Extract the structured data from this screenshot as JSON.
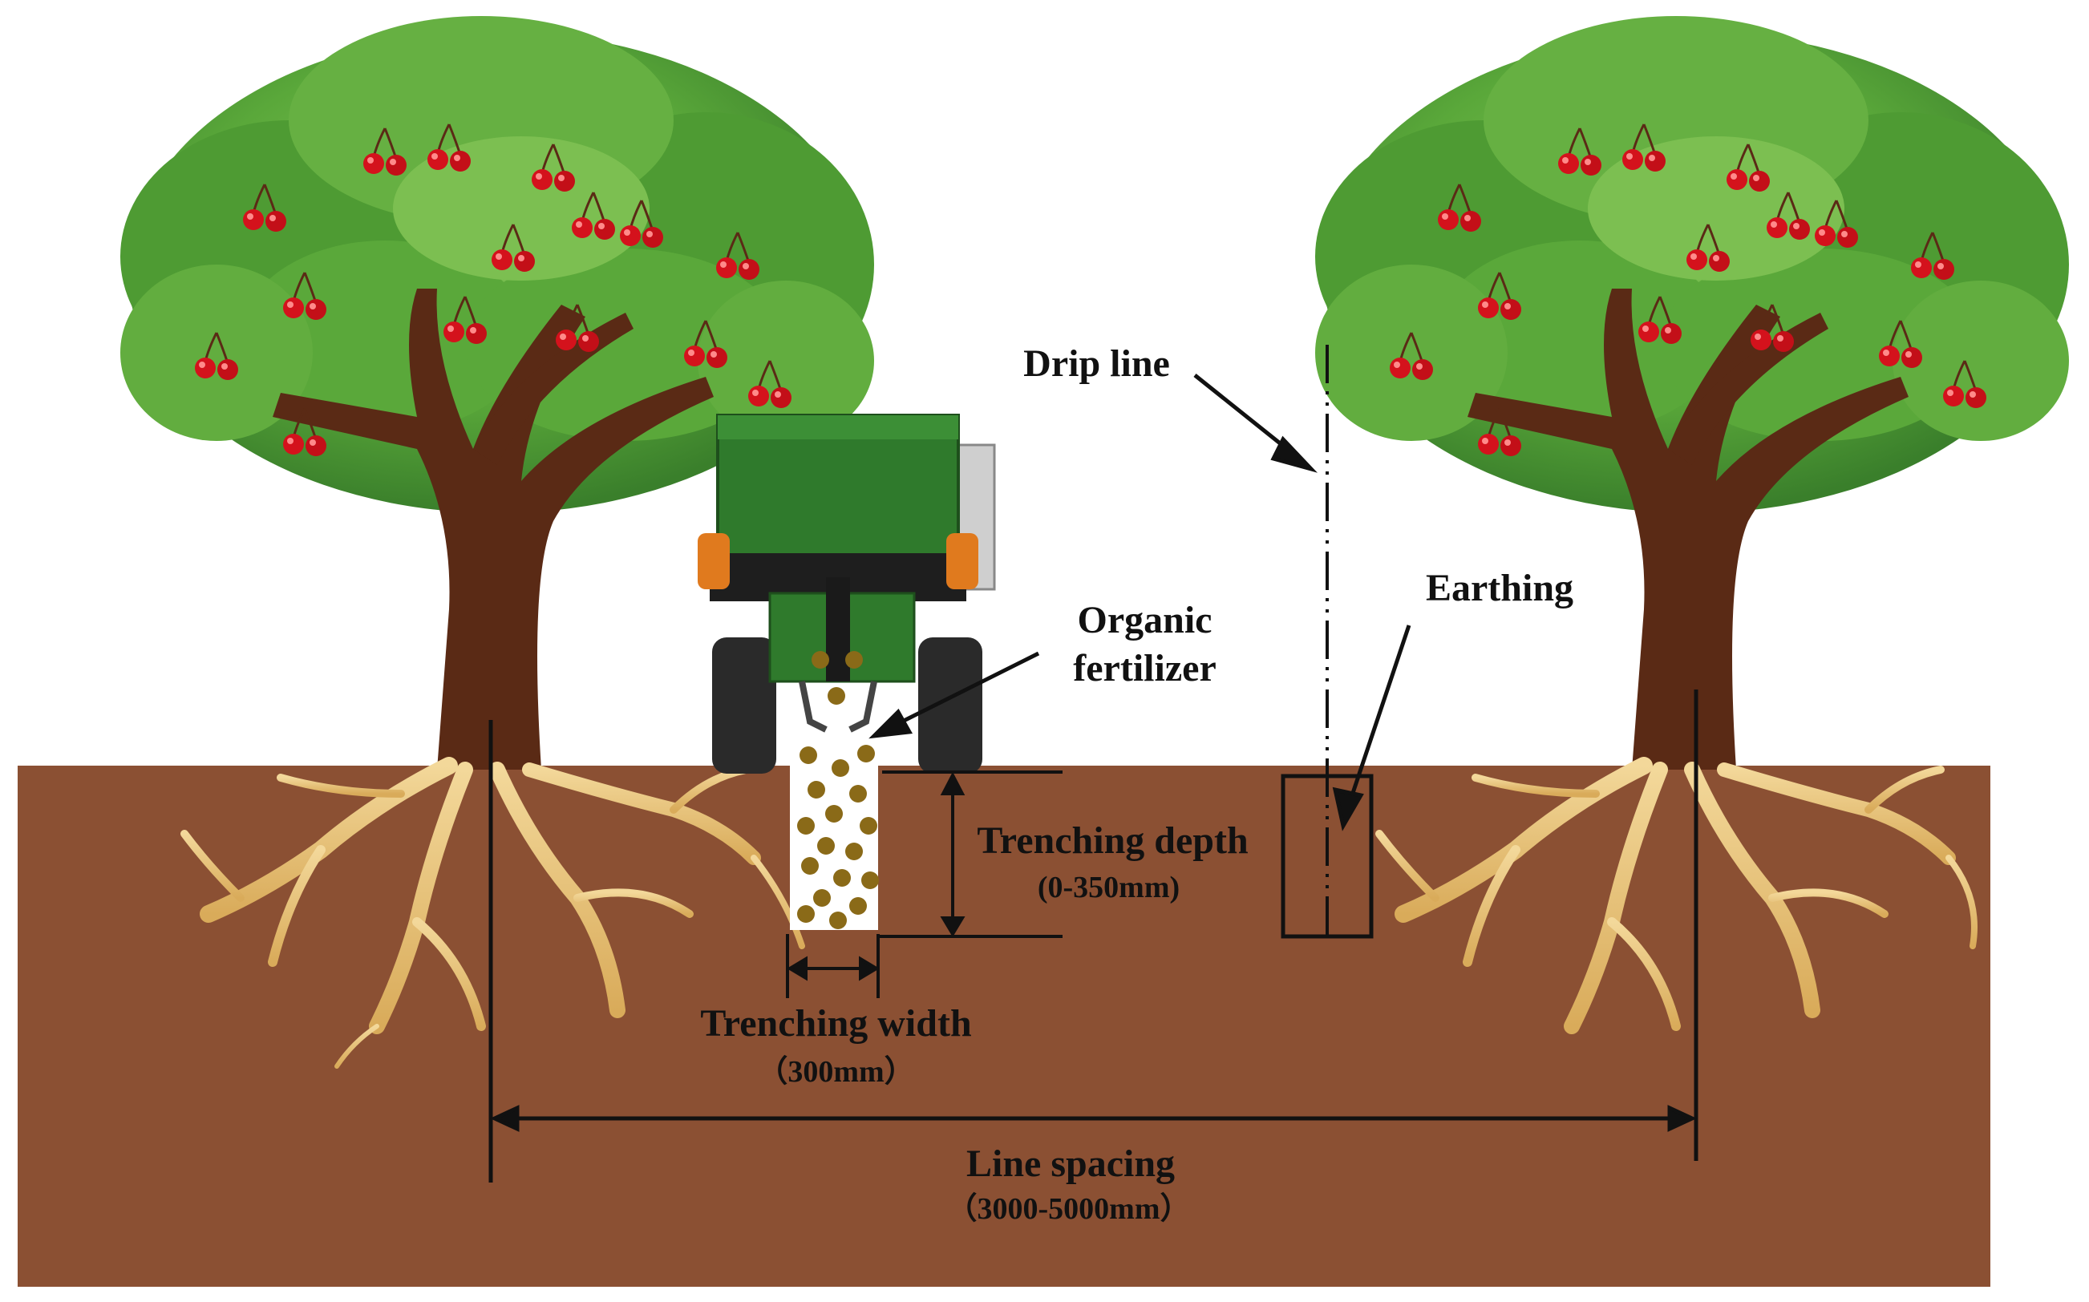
{
  "labels": {
    "drip_line": "Drip line",
    "earthing": "Earthing",
    "organic_fertilizer_1": "Organic",
    "organic_fertilizer_2": "fertilizer",
    "trenching_depth": "Trenching depth",
    "trenching_depth_range": "(0-350mm)",
    "trenching_width": "Trenching width",
    "trenching_width_value": "（300mm）",
    "line_spacing": "Line spacing",
    "line_spacing_range": "（3000-5000mm）"
  },
  "colors": {
    "soil": "#8b5033",
    "trunk": "#5a2a15",
    "foliage_dark": "#3f8a2e",
    "foliage_mid": "#5aa83a",
    "foliage_light": "#82c254",
    "cherry": "#d4121c",
    "root": "#e9c47e",
    "machine_green": "#2f7a2c",
    "machine_dark": "#2a2a2a",
    "fertilizer_pellet": "#8a6a18",
    "trench_fill": "#ffffff"
  }
}
